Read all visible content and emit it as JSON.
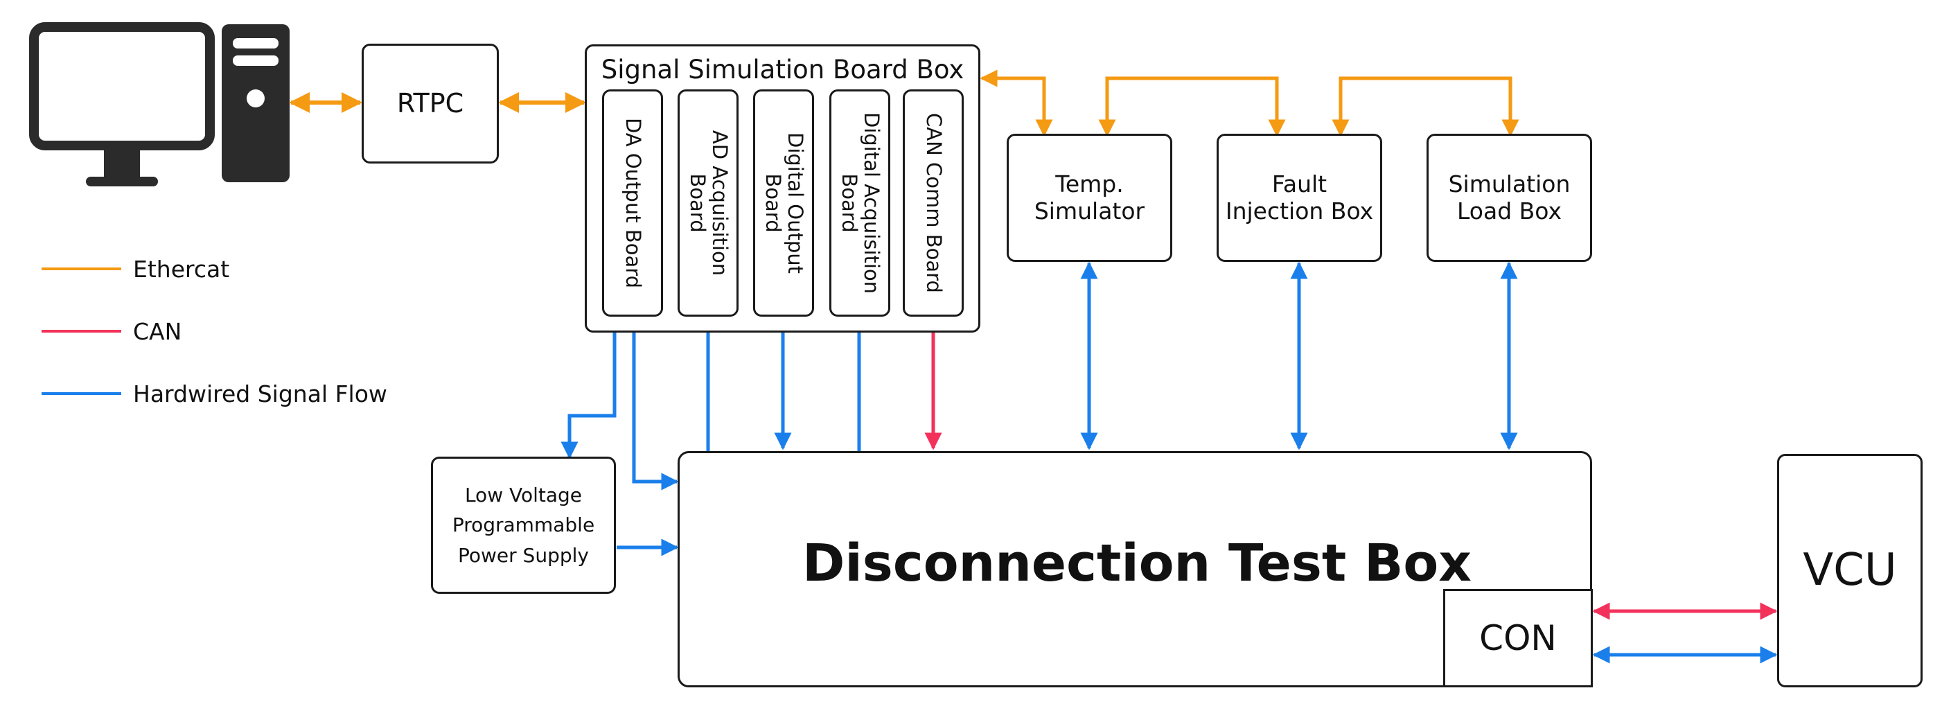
{
  "legend": {
    "items": [
      {
        "label": "Ethercat",
        "color": "#F59A13"
      },
      {
        "label": "CAN",
        "color": "#F2325B"
      },
      {
        "label": "Hardwired Signal Flow",
        "color": "#1A7FEA"
      }
    ]
  },
  "colors": {
    "ethercat": "#F59A13",
    "can": "#F2325B",
    "hardwired": "#1A7FEA",
    "outline": "#1A1A1A",
    "computer": "#2B2B2B"
  },
  "icons": {
    "computer": "computer-monitor-tower-icon"
  },
  "nodes": {
    "rtpc": "RTPC",
    "ssbb": {
      "title": "Signal Simulation Board Box",
      "boards": [
        "DA Output Board",
        "AD Acquisition Board",
        "Digital Output Board",
        "Digital Acquisition\nBoard",
        "CAN Comm Board"
      ]
    },
    "temp_sim": "Temp.\nSimulator",
    "fault_box": "Fault\nInjection Box",
    "sim_load": "Simulation\nLoad Box",
    "power_supply": "Low Voltage\nProgrammable\nPower Supply",
    "dtb": "Disconnection Test Box",
    "con": "CON",
    "vcu": "VCU"
  }
}
